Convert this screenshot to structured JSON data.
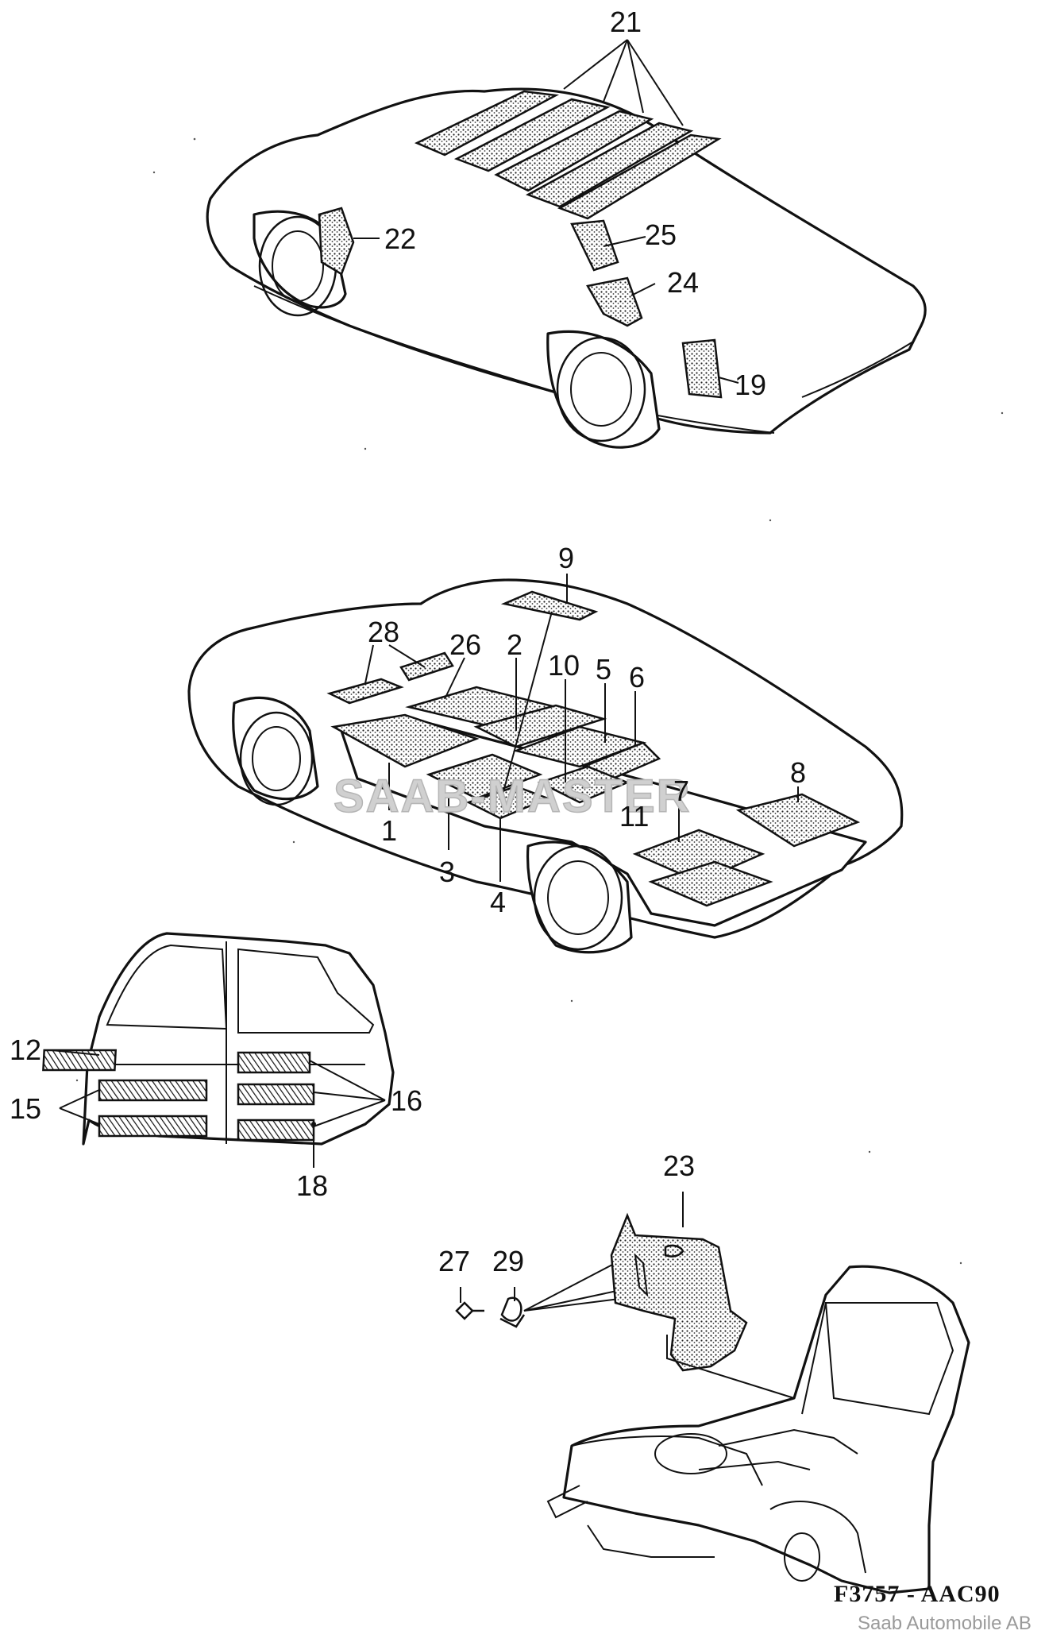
{
  "diagram": {
    "watermark": "SAAB-MASTER",
    "figure_code": "F3757 - AAC90",
    "copyright": "Saab Automobile AB",
    "callouts": {
      "c21": "21",
      "c22": "22",
      "c25": "25",
      "c24": "24",
      "c19": "19",
      "c9": "9",
      "c28": "28",
      "c26": "26",
      "c2": "2",
      "c10": "10",
      "c5": "5",
      "c6": "6",
      "c1": "1",
      "c3": "3",
      "c4": "4",
      "c11": "11",
      "c7": "7",
      "c8": "8",
      "c12": "12",
      "c15": "15",
      "c16": "16",
      "c18": "18",
      "c27": "27",
      "c29": "29",
      "c23": "23"
    }
  }
}
